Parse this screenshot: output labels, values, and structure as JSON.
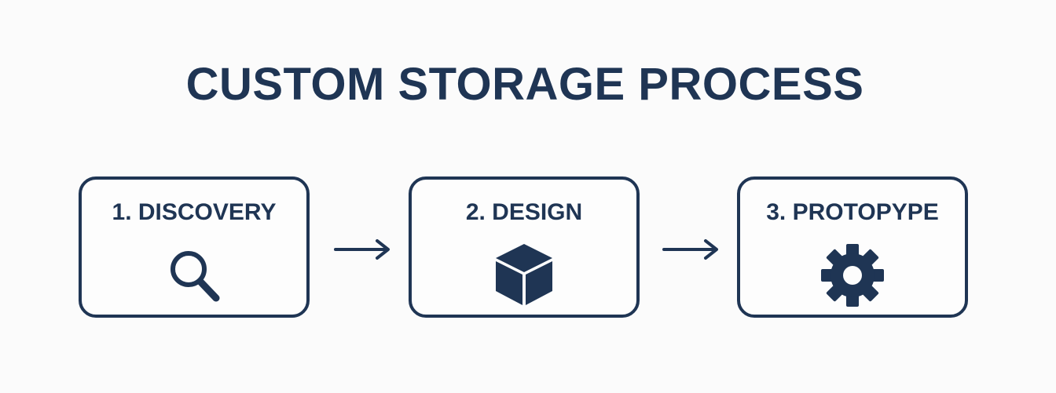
{
  "title": "CUSTOM STORAGE PROCESS",
  "colors": {
    "primary": "#1f3554",
    "background": "#fbfbfb"
  },
  "steps": [
    {
      "label": "1. DISCOVERY",
      "icon": "magnifying-glass-icon"
    },
    {
      "label": "2. DESIGN",
      "icon": "cube-icon"
    },
    {
      "label": "3. PROTOPYPE",
      "icon": "gear-icon"
    }
  ],
  "connectors": [
    {
      "from": "1. DISCOVERY",
      "to": "2. DESIGN",
      "icon": "arrow-right-icon"
    },
    {
      "from": "2. DESIGN",
      "to": "3. PROTOPYPE",
      "icon": "arrow-right-icon"
    }
  ]
}
